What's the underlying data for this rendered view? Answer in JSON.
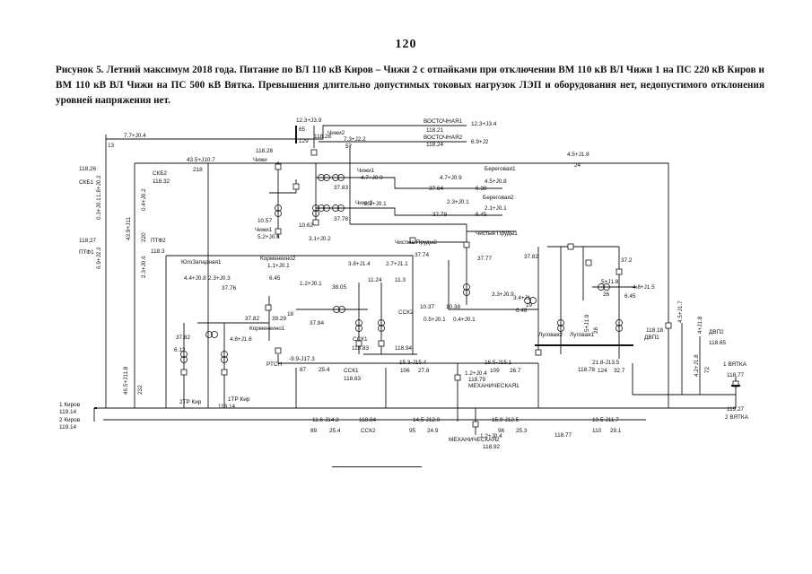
{
  "page": {
    "number": "120",
    "caption": "Рисунок 5. Летний максимум 2018 года. Питание по ВЛ 110 кВ Киров – Чижи 2 с отпайками при отключении ВМ 110 кВ ВЛ Чижи 1 на ПС 220 кВ Киров и ВМ 110 кВ ВЛ Чижи на ПС 500 кВ Вятка. Превышения длительно допустимых токовых нагрузок ЛЭП и оборудования нет, недопустимого отклонения уровней напряжения нет."
  },
  "labels": {
    "vostochnaya": "ВОСТОЧНАЯ1",
    "vostochnaya2": "ВОСТОЧНАЯ2",
    "chizhi": "Чижи",
    "chizhi1": "Чижи1",
    "chizhi2": "Чижи2",
    "chizhi2b": "Чижи2",
    "chizhi1b": "Чижи1",
    "beregovaya1": "Береговая1",
    "beregovaya2": "Береговая2",
    "chistye1": "Чистые Пруды1",
    "chistye2": "Чистые Пруды2",
    "yugozapadnaya": "ЮгоЗападная1",
    "kormyakino2": "Корменкино2",
    "kormyakino1": "Корменкино1",
    "ssk1": "ССК1",
    "ssk2": "ССК2",
    "ssk1b": "ССК1",
    "ssk2b": "ССК2",
    "ssk1c": "СКБ1",
    "skb2": "СКБ2",
    "ptf1": "ПТФ1",
    "ptf2": "ПТФ2",
    "ptr_kir2": "2ТР Кир",
    "ptr_kir1": "1ТР Кир",
    "ptsn": "РТСН",
    "mekh1": "МЕХАНИЧЕСКАЯ1",
    "mekh2": "МЕХАНИЧЕСКАЯ2",
    "lugovaya2": "Луговая2",
    "lugovaya1": "Луговая1",
    "dvp1": "ДВП1",
    "dvp2": "ДВП2",
    "vyatka1": "1 ВЯТКА",
    "vyatka2": "2 ВЯТКА",
    "kirov1": "1 Киров",
    "kirov2": "2 Киров"
  },
  "values": {
    "v1": "12.3+J3.9",
    "v2": "12.3+J3.4",
    "v3": "65",
    "v4": "118.21",
    "v5": "129",
    "v6": "118.28",
    "v7": "7.3+J2.2",
    "v8": "57",
    "v9": "6.9+J2",
    "v10": "118.24",
    "v11": "7.7+J0.4",
    "v12": "13",
    "v13": "118.28",
    "v14": "118.26",
    "v15": "43.5+J10.7",
    "v16": "218",
    "v17": "4.5+J1.8",
    "v18": "24",
    "v19": "118.32",
    "v20": "4.7+J0.9",
    "v21": "4.7+J0.9",
    "v22": "4.5+J0.8",
    "v23": "37.83",
    "v24": "37.64",
    "v25": "6.38",
    "v26": "2.3+J0.1",
    "v27": "2.3+J0.1",
    "v28": "2.1+J0.1",
    "v29": "37.78",
    "v30": "37.79",
    "v31": "6.45",
    "v32": "10.57",
    "v33": "10.62",
    "v34": "5.2+J0.6",
    "v35": "3.1+J0.2",
    "v36": "118.27",
    "v37": "118.3",
    "v38": "37.74",
    "v39": "37.77",
    "v40": "37.82",
    "v41": "37.2",
    "v42": "4.4+J0.8",
    "v43": "2.3+J0.3",
    "v44": "37.76",
    "v45": "1.1+J0.1",
    "v46": "6.45",
    "v47": "3.8+J1.4",
    "v48": "2.7+J1.1",
    "v49": "11.24",
    "v50": "11.3",
    "v51": "38.05",
    "v52": "1.2+J0.1",
    "v53": "37.84",
    "v54": "37.82",
    "v55": "39.29",
    "v56": "18",
    "v57": "10.37",
    "v58": "10.38",
    "v59": "0.5+J0.1",
    "v60": "0.4+J0.1",
    "v61": "3.3+J0.9",
    "v62": "3.4+J1",
    "v63": "6.48",
    "v64": "19",
    "v65": "5+J1.8",
    "v66": "4.8+J1.5",
    "v67": "6.45",
    "v68": "26",
    "v69": "118.83",
    "v70": "118.94",
    "v71": "37.82",
    "v72": "6.12",
    "v73": "4.8+J1.6",
    "v74": "118.14",
    "v75": "118.18",
    "v76": "118.65",
    "v77": "118.77",
    "v78": "118.77",
    "v79": "118.78",
    "v80": "118.79",
    "v81": "118.83",
    "v82": "118.84",
    "v83": "118.92",
    "v84": "119.14",
    "v85": "119.14",
    "v86": "-9.9-J17.3",
    "v87": "87",
    "v88": "25.4",
    "v89": "15.3-J15.4",
    "v90": "106",
    "v91": "27.8",
    "v92": "16.5-J15.1",
    "v93": "109",
    "v94": "26.7",
    "v95": "21.8-J13.5",
    "v96": "124",
    "v97": "32.7",
    "v98": "11.6-J14.2",
    "v99": "89",
    "v100": "25.4",
    "v101": "14.5-J12.0",
    "v102": "95",
    "v103": "24.9",
    "v104": "15.9-J12.5",
    "v105": "98",
    "v106": "25.3",
    "v107": "19.5-J11.7",
    "v108": "110",
    "v109": "29.1",
    "v110": "1.2+J0.4",
    "v111": "1.2+J0.4",
    "v112": "119.27",
    "v113": "46.5+J11.8",
    "v114": "232",
    "v115": "6.9+J2.2",
    "v116": "0.3+J0.1",
    "v117": "0.4+J0.2",
    "v118": "1.8+J0.2",
    "v119": "43.9+J11",
    "v120": "220",
    "v121": "2.3+J0.6",
    "v122": "4.2+J1.8",
    "v123": "72",
    "v124": "4.5+J1.7",
    "v125": "5+J1.9",
    "v126": "28",
    "v127": "4+J1.8"
  }
}
